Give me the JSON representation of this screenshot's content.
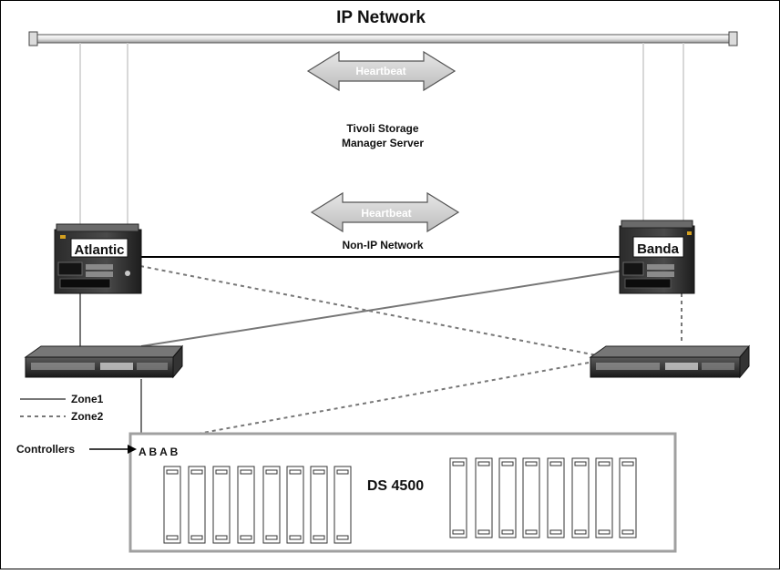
{
  "network": {
    "ip_label": "IP Network",
    "non_ip_label": "Non-IP Network"
  },
  "heartbeat": {
    "label": "Heartbeat"
  },
  "tsm": {
    "line1": "Tivoli Storage",
    "line2": "Manager Server"
  },
  "servers": {
    "left": "Atlantic",
    "right": "Banda"
  },
  "legend": {
    "zone1": "Zone1",
    "zone2": "Zone2"
  },
  "storage": {
    "controllers_label": "Controllers",
    "controller_letters": "A B A B",
    "name": "DS 4500"
  },
  "colors": {
    "solid_line": "#000000",
    "zone1_line": "#777777",
    "zone2_line": "#777777",
    "heartbeat_fill": "#c8c8c8",
    "enclosure_border": "#a0a0a0"
  }
}
